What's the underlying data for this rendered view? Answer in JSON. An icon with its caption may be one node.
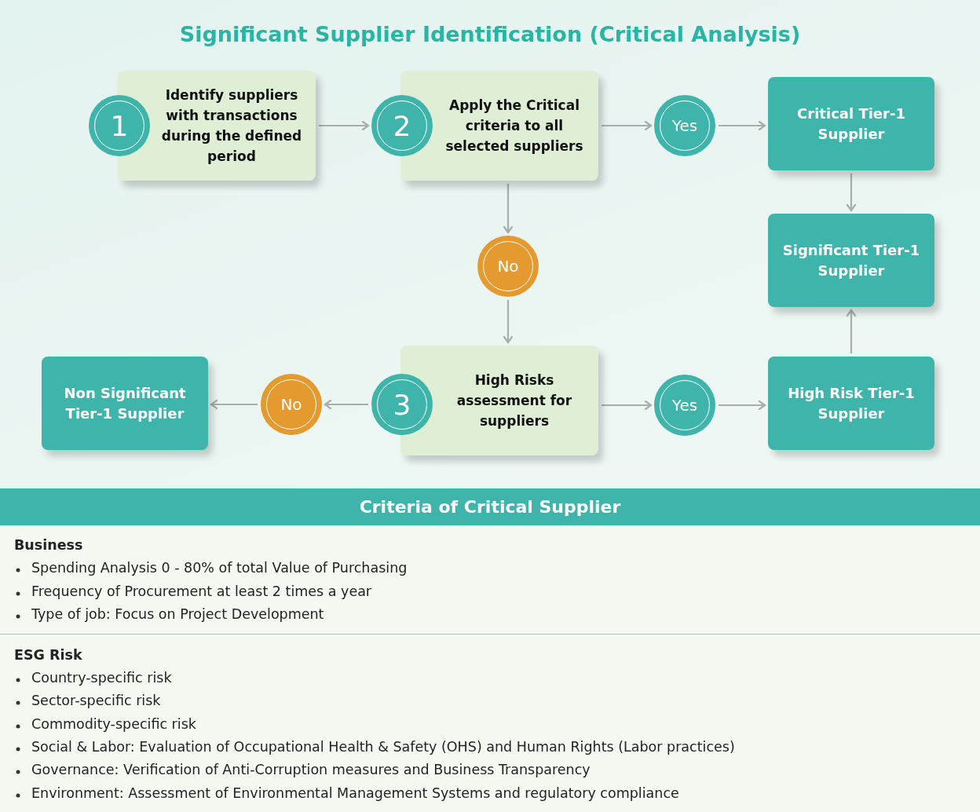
{
  "diagram": {
    "title": "Significant Supplier Identification (Critical Analysis)",
    "nodes": [
      {
        "text": [
          "Identify suppliers with transactions during the defined period"
        ]
      },
      {
        "text": [
          "1"
        ]
      },
      {
        "text": [
          "Apply the Critical criteria to all selected suppliers"
        ]
      },
      {
        "text": [
          "2"
        ]
      },
      {
        "text": [
          "Yes"
        ]
      },
      {
        "text": [
          "Critical Tier-1 Supplier"
        ]
      },
      {
        "text": [
          "No"
        ]
      },
      {
        "text": [
          "Significant Tier-1 Supplier"
        ]
      },
      {
        "text": [
          "Non Significant Tier-1 Supplier"
        ]
      },
      {
        "text": [
          "No"
        ]
      },
      {
        "text": [
          "3"
        ]
      },
      {
        "text": [
          "High Risks assessment for suppliers"
        ]
      },
      {
        "text": [
          "Yes"
        ]
      },
      {
        "text": [
          "High Risk Tier-1 Supplier"
        ]
      },
      {
        "text": [
          "Criteria of Critical Supplier"
        ]
      }
    ],
    "edges": [
      {
        "from": 0,
        "to": 3,
        "arrow": "to"
      },
      {
        "from": 2,
        "to": 4,
        "arrow": "to"
      },
      {
        "from": 4,
        "to": 5,
        "arrow": "to"
      },
      {
        "from": 5,
        "to": 7,
        "arrow": "to"
      },
      {
        "from": 2,
        "to": 6,
        "arrow": "to"
      },
      {
        "from": 6,
        "to": 11,
        "arrow": "to"
      },
      {
        "from": 10,
        "to": 9,
        "arrow": "to"
      },
      {
        "from": 9,
        "to": 8,
        "arrow": "to"
      },
      {
        "from": 11,
        "to": 12,
        "arrow": "to"
      },
      {
        "from": 12,
        "to": 13,
        "arrow": "to"
      },
      {
        "from": 13,
        "to": 7,
        "arrow": "to"
      }
    ],
    "labels": [
      "Business",
      "Spending Analysis 0 - 80% of total Value of Purchasing",
      "Frequency of Procurement at least 2 times a year",
      "Type of job: Focus on Project Development",
      "ESG Risk",
      "Country-specific risk",
      "Sector-specific risk",
      "Commodity-specific risk",
      "Social & Labor: Evaluation of Occupational Health & Safety (OHS) and Human Rights (Labor practices)",
      "Governance: Verification of Anti-Corruption measures and Business Transparency",
      "Environment: Assessment of Environmental Management Systems and regulatory compliance"
    ]
  }
}
